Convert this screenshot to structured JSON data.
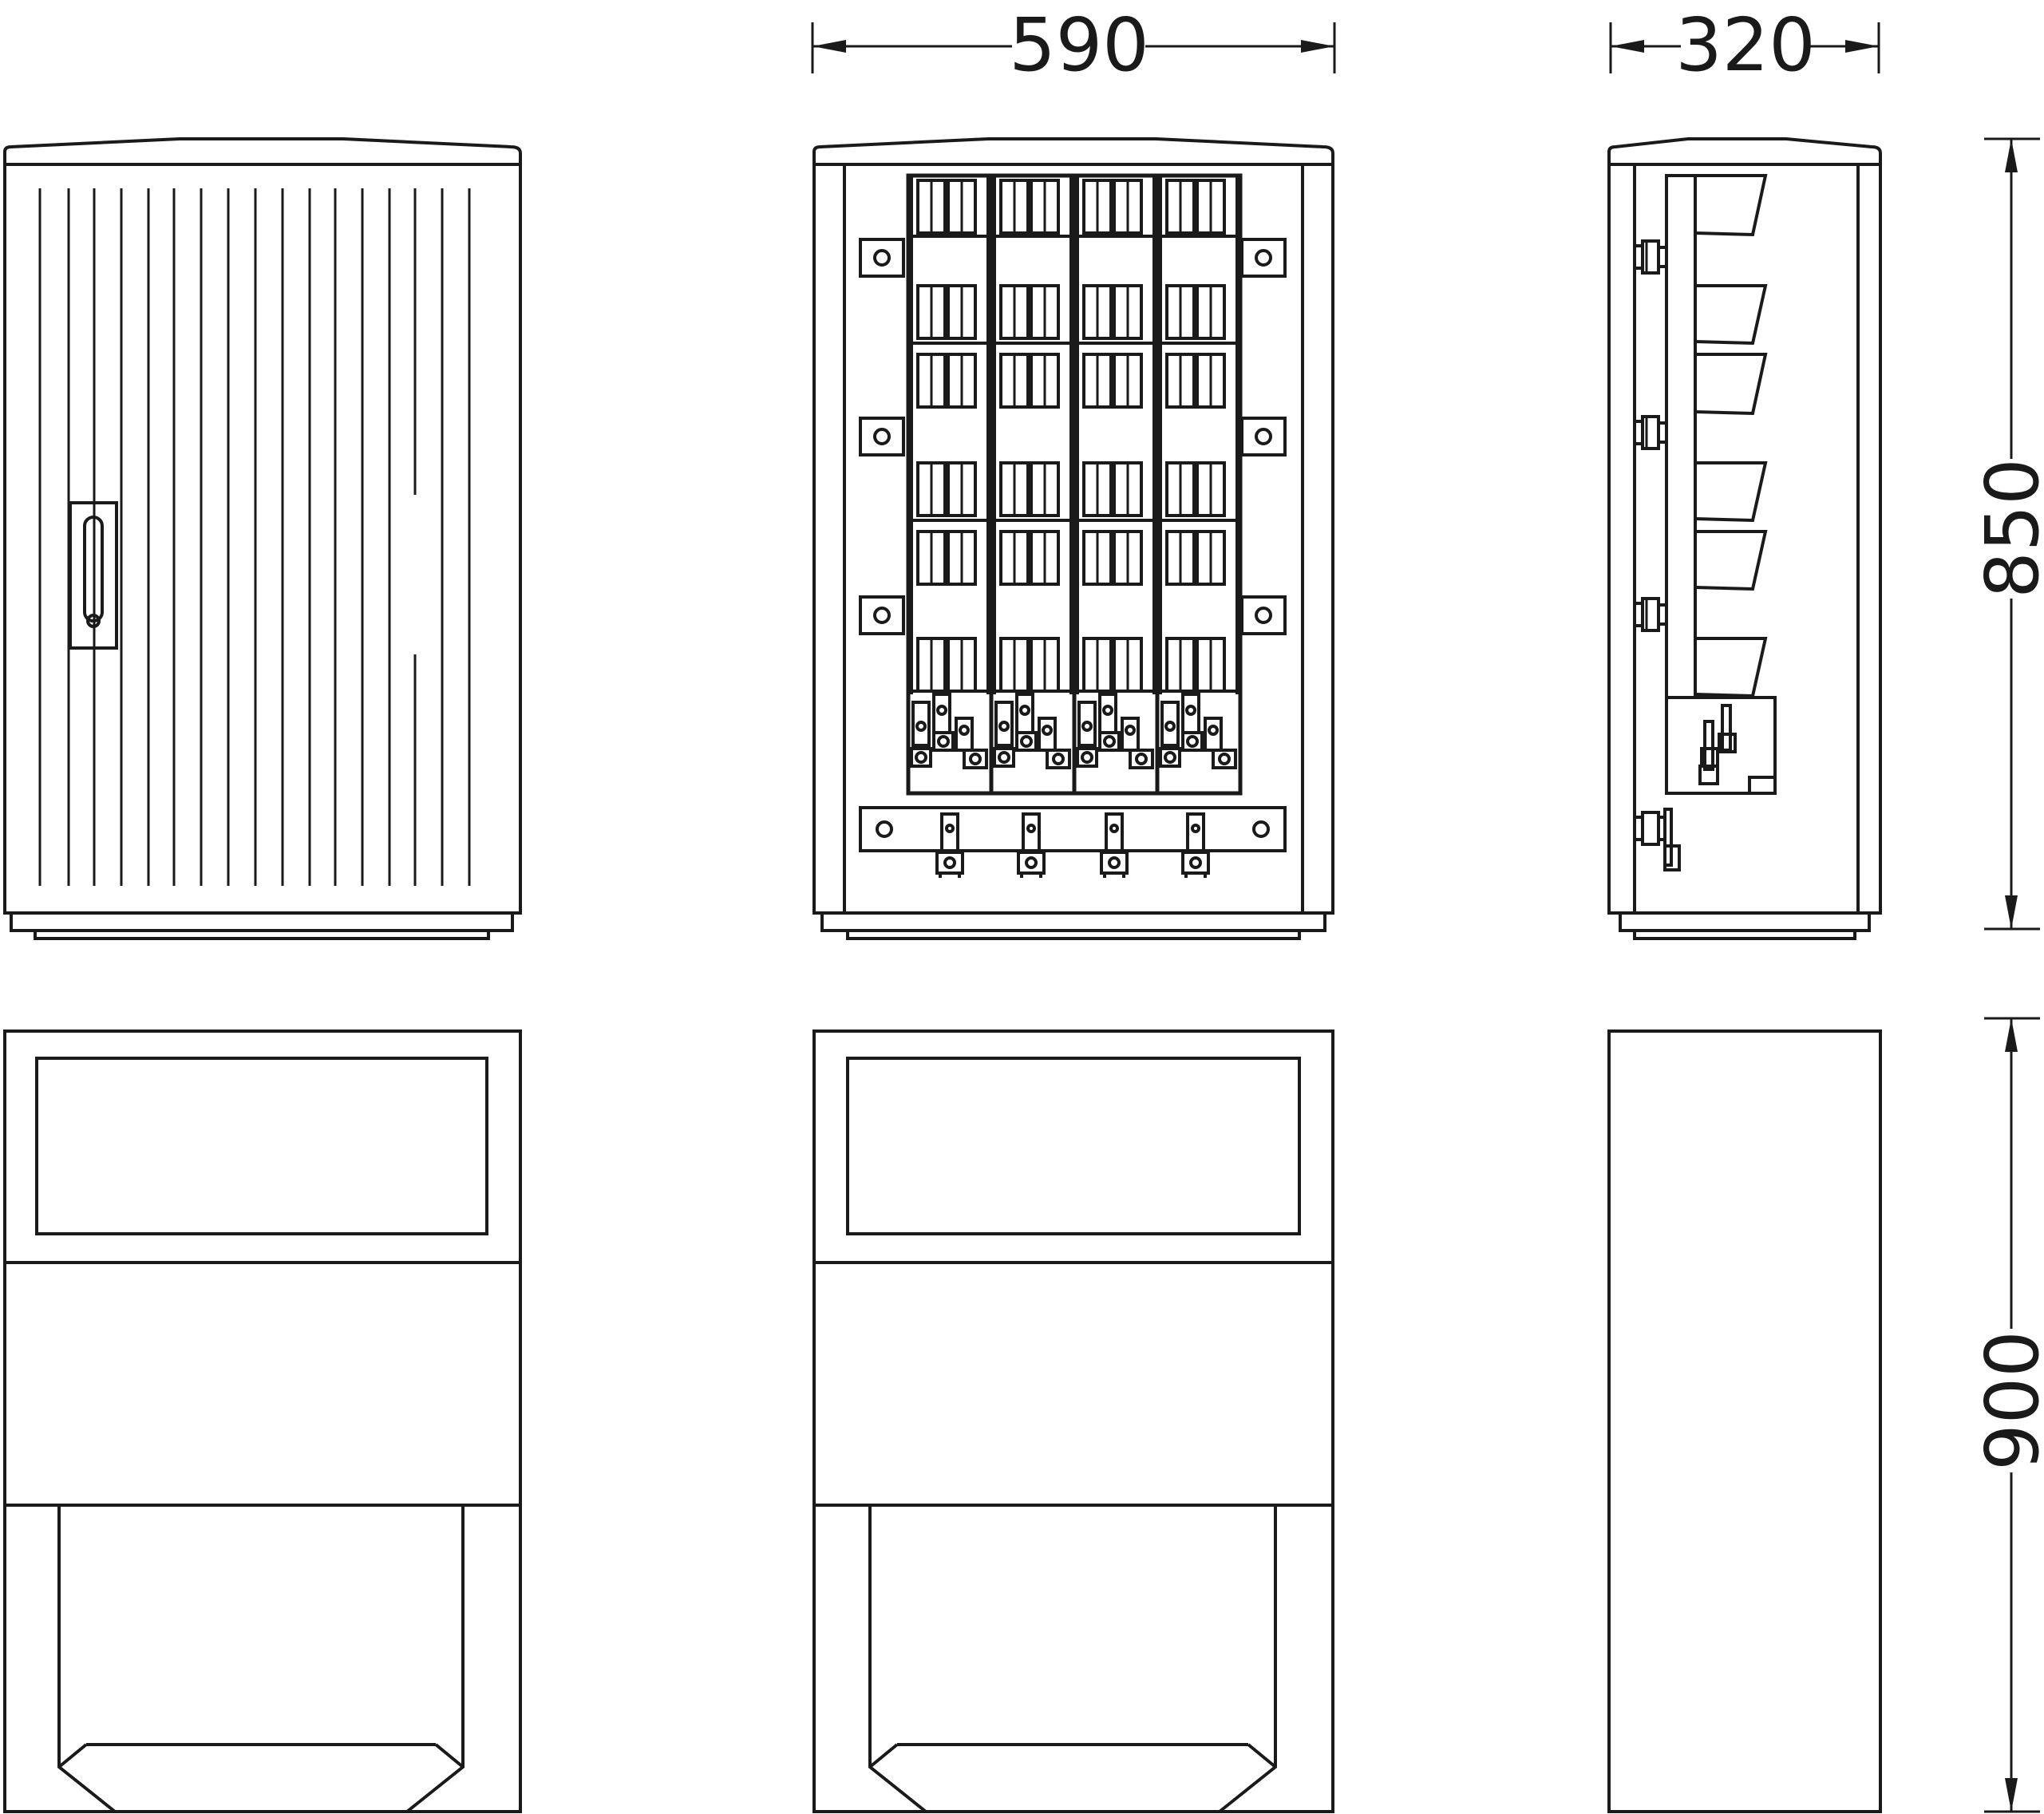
{
  "dimensions": {
    "width": "590",
    "depth": "320",
    "height_cabinet": "850",
    "height_base": "900"
  },
  "colors": {
    "line": "#1a1a1a",
    "background": "#ffffff"
  }
}
